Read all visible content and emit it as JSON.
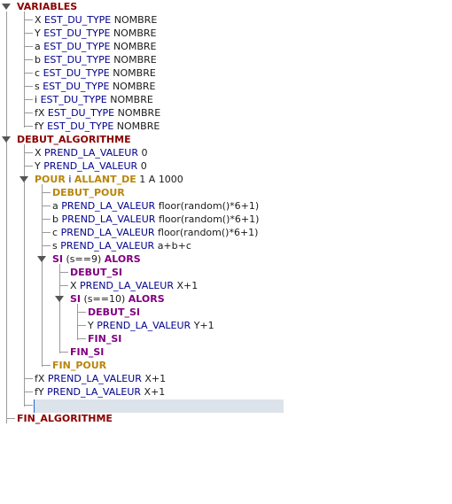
{
  "colors": {
    "keyword": "#00008b",
    "section": "#8b0000",
    "loop": "#b8860b",
    "condition": "#800080",
    "selection": "#dde3ea"
  },
  "icons": {
    "expand": "triangle-down-icon"
  },
  "variables": {
    "header": "VARIABLES",
    "items": [
      {
        "name": "X",
        "kw": "EST_DU_TYPE",
        "type": "NOMBRE"
      },
      {
        "name": "Y",
        "kw": "EST_DU_TYPE",
        "type": "NOMBRE"
      },
      {
        "name": "a",
        "kw": "EST_DU_TYPE",
        "type": "NOMBRE"
      },
      {
        "name": "b",
        "kw": "EST_DU_TYPE",
        "type": "NOMBRE"
      },
      {
        "name": "c",
        "kw": "EST_DU_TYPE",
        "type": "NOMBRE"
      },
      {
        "name": "s",
        "kw": "EST_DU_TYPE",
        "type": "NOMBRE"
      },
      {
        "name": "i",
        "kw": "EST_DU_TYPE",
        "type": "NOMBRE"
      },
      {
        "name": "fX",
        "kw": "EST_DU_TYPE",
        "type": "NOMBRE"
      },
      {
        "name": "fY",
        "kw": "EST_DU_TYPE",
        "type": "NOMBRE"
      }
    ]
  },
  "algo": {
    "begin": "DEBUT_ALGORITHME",
    "init": [
      {
        "name": "X",
        "kw": "PREND_LA_VALEUR",
        "value": "0"
      },
      {
        "name": "Y",
        "kw": "PREND_LA_VALEUR",
        "value": "0"
      }
    ],
    "loop": {
      "kw": "POUR",
      "var": "i",
      "kw2": "ALLANT_DE",
      "range": "1 A 1000",
      "begin": "DEBUT_POUR",
      "body": [
        {
          "name": "a",
          "kw": "PREND_LA_VALEUR",
          "value": "floor(random()*6+1)"
        },
        {
          "name": "b",
          "kw": "PREND_LA_VALEUR",
          "value": "floor(random()*6+1)"
        },
        {
          "name": "c",
          "kw": "PREND_LA_VALEUR",
          "value": "floor(random()*6+1)"
        },
        {
          "name": "s",
          "kw": "PREND_LA_VALEUR",
          "value": "a+b+c"
        }
      ],
      "if1": {
        "kw": "SI",
        "cond": "(s==9)",
        "kw2": "ALORS",
        "begin": "DEBUT_SI",
        "stmt": {
          "name": "X",
          "kw": "PREND_LA_VALEUR",
          "value": "X+1"
        },
        "if2": {
          "kw": "SI",
          "cond": "(s==10)",
          "kw2": "ALORS",
          "begin": "DEBUT_SI",
          "stmt": {
            "name": "Y",
            "kw": "PREND_LA_VALEUR",
            "value": "Y+1"
          },
          "end": "FIN_SI"
        },
        "end": "FIN_SI"
      },
      "end": "FIN_POUR"
    },
    "after": [
      {
        "name": "fX",
        "kw": "PREND_LA_VALEUR",
        "value": "X+1"
      },
      {
        "name": "fY",
        "kw": "PREND_LA_VALEUR",
        "value": "X+1"
      }
    ],
    "end": "FIN_ALGORITHME"
  }
}
